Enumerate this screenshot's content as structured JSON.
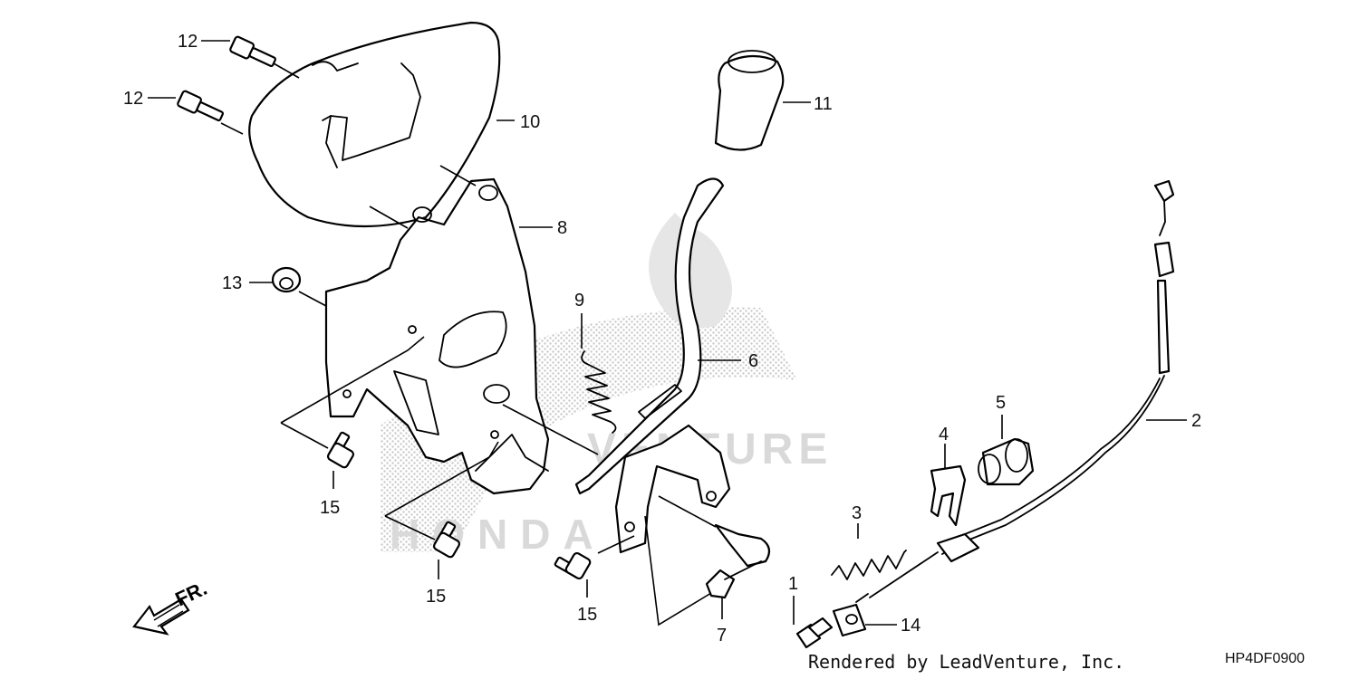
{
  "callouts": [
    {
      "id": "p1",
      "label": "1"
    },
    {
      "id": "p2",
      "label": "2"
    },
    {
      "id": "p3",
      "label": "3"
    },
    {
      "id": "p4",
      "label": "4"
    },
    {
      "id": "p5",
      "label": "5"
    },
    {
      "id": "p6",
      "label": "6"
    },
    {
      "id": "p7",
      "label": "7"
    },
    {
      "id": "p8",
      "label": "8"
    },
    {
      "id": "p9",
      "label": "9"
    },
    {
      "id": "p10",
      "label": "10"
    },
    {
      "id": "p11",
      "label": "11"
    },
    {
      "id": "p12a",
      "label": "12"
    },
    {
      "id": "p12b",
      "label": "12"
    },
    {
      "id": "p13",
      "label": "13"
    },
    {
      "id": "p14",
      "label": "14"
    },
    {
      "id": "p15a",
      "label": "15"
    },
    {
      "id": "p15b",
      "label": "15"
    },
    {
      "id": "p15c",
      "label": "15"
    }
  ],
  "direction_indicator": {
    "label": "FR."
  },
  "watermark": {
    "text": "VENTURE",
    "brand": "HONDA"
  },
  "footer": {
    "render_credit": "Rendered by LeadVenture, Inc.",
    "diagram_code": "HP4DF0900"
  },
  "colors": {
    "line": "#000000",
    "watermark": "#d9d9d9",
    "background": "#ffffff"
  }
}
